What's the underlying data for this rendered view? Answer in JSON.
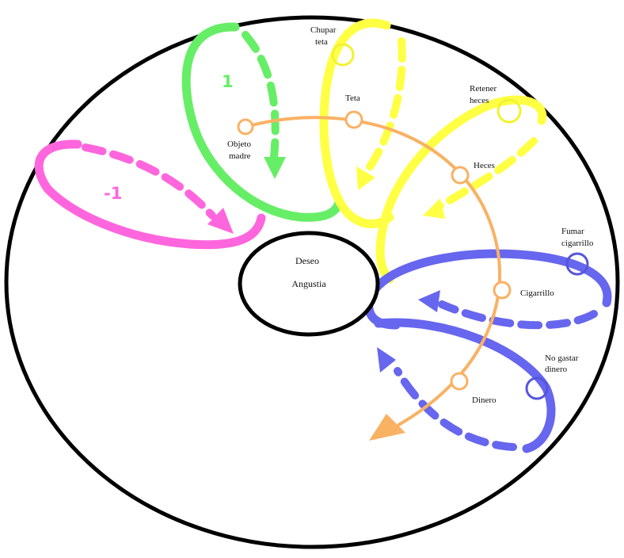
{
  "center": {
    "line1": "Deseo",
    "line2": "Angustia"
  },
  "loop_numbers": {
    "minus_one": "-1",
    "one": "1"
  },
  "labels": {
    "chupar_teta": [
      "Chupar",
      "teta"
    ],
    "teta": "Teta",
    "objeto_madre": [
      "Objeto",
      "madre"
    ],
    "retener_heces": [
      "Retener",
      "heces"
    ],
    "heces": "Heces",
    "fumar_cigarrillo": [
      "Fumar",
      "cigarrillo"
    ],
    "cigarrillo": "Cigarrillo",
    "no_gastar_dinero": [
      "No gastar",
      "dinero"
    ],
    "dinero": "Dinero"
  },
  "colors": {
    "ring": "#000000",
    "magenta": "#ff66dd",
    "green": "#66ee66",
    "yellow": "#ffff44",
    "blue": "#6666ee",
    "orange": "#f9b163"
  }
}
